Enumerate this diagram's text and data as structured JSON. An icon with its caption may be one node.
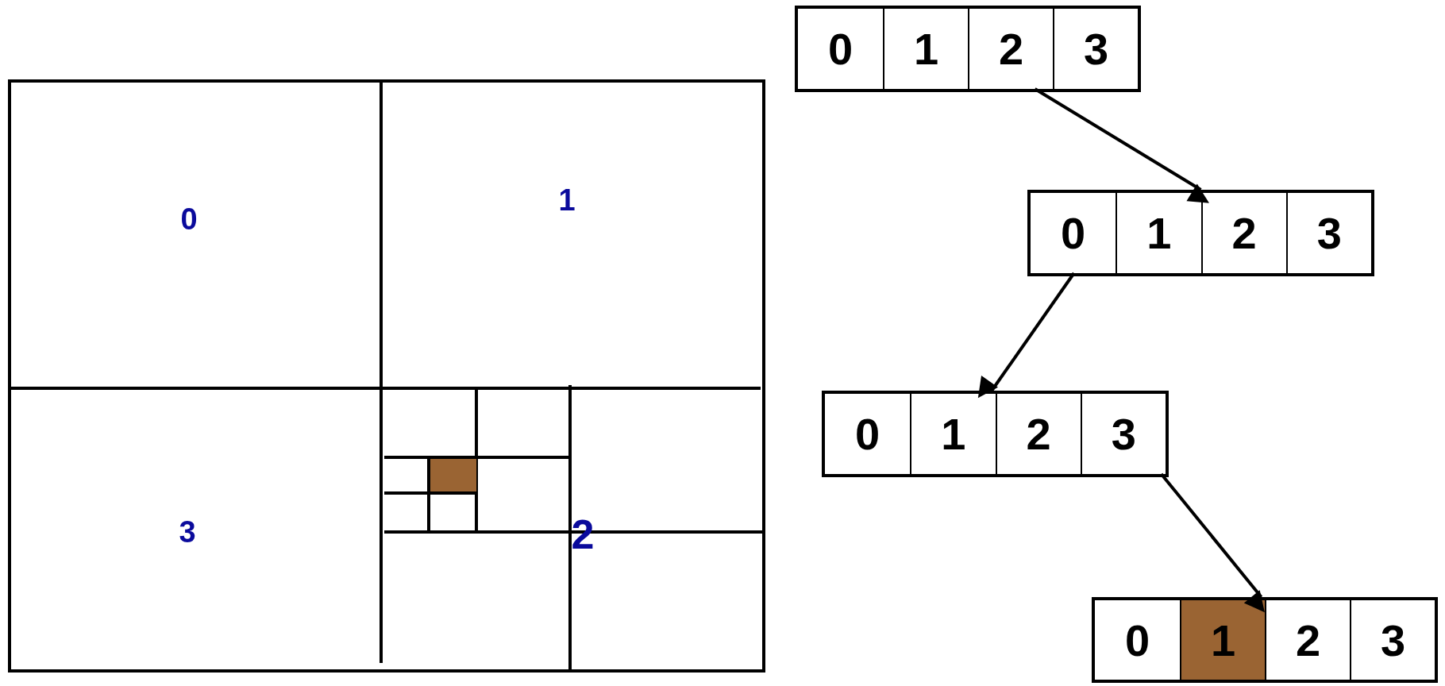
{
  "diagram": {
    "nodes": [
      {
        "text": [],
        "shape": "box"
      },
      {
        "text": [
          "0"
        ],
        "in": 0
      },
      {
        "text": [
          "1"
        ],
        "in": 0
      },
      {
        "text": [
          "2"
        ],
        "in": 0
      },
      {
        "text": [
          "3"
        ],
        "in": 0
      },
      {
        "text": [],
        "shape": "box"
      },
      {
        "text": [
          "0"
        ],
        "in": 5
      },
      {
        "text": [
          "1"
        ],
        "in": 5
      },
      {
        "text": [
          "2"
        ],
        "in": 5
      },
      {
        "text": [
          "3"
        ],
        "in": 5
      },
      {
        "text": [],
        "shape": "box"
      },
      {
        "text": [
          "0"
        ],
        "in": 10
      },
      {
        "text": [
          "1"
        ],
        "in": 10
      },
      {
        "text": [
          "2"
        ],
        "in": 10
      },
      {
        "text": [
          "3"
        ],
        "in": 10
      },
      {
        "text": [],
        "shape": "box"
      },
      {
        "text": [
          "0"
        ],
        "in": 15
      },
      {
        "text": [
          "1"
        ],
        "in": 15
      },
      {
        "text": [
          "2"
        ],
        "in": 15
      },
      {
        "text": [
          "3"
        ],
        "in": 15
      }
    ],
    "edges": [
      {
        "from": 3,
        "to": 5,
        "arrow": "to"
      },
      {
        "from": 6,
        "to": 10,
        "arrow": "to"
      },
      {
        "from": 14,
        "to": 15,
        "arrow": "to"
      }
    ],
    "labels": [
      "0",
      "1",
      "3",
      "2"
    ]
  }
}
